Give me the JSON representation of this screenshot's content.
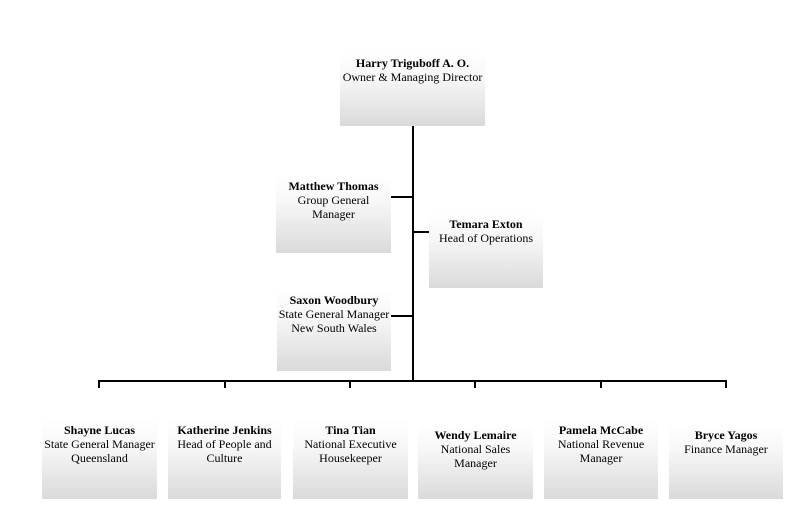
{
  "chart_data": {
    "type": "org-chart",
    "root": {
      "name": "Harry Triguboff A. O.",
      "role": "Owner & Managing Director"
    },
    "staff": [
      {
        "name": "Matthew Thomas",
        "role": "Group General\nManager"
      },
      {
        "name": "Temara Exton",
        "role": "Head of Operations"
      },
      {
        "name": "Saxon Woodbury",
        "role": "State General Manager\nNew South Wales"
      }
    ],
    "reports": [
      {
        "name": "Shayne Lucas",
        "role": "State General Manager\nQueensland"
      },
      {
        "name": "Katherine Jenkins",
        "role": "Head of People and\nCulture"
      },
      {
        "name": "Tina Tian",
        "role": "National Executive\nHousekeeper"
      },
      {
        "name": "Wendy Lemaire",
        "role": "National Sales Manager"
      },
      {
        "name": "Pamela McCabe",
        "role": "National Revenue\nManager"
      },
      {
        "name": "Bryce Yagos",
        "role": "Finance Manager"
      }
    ]
  }
}
